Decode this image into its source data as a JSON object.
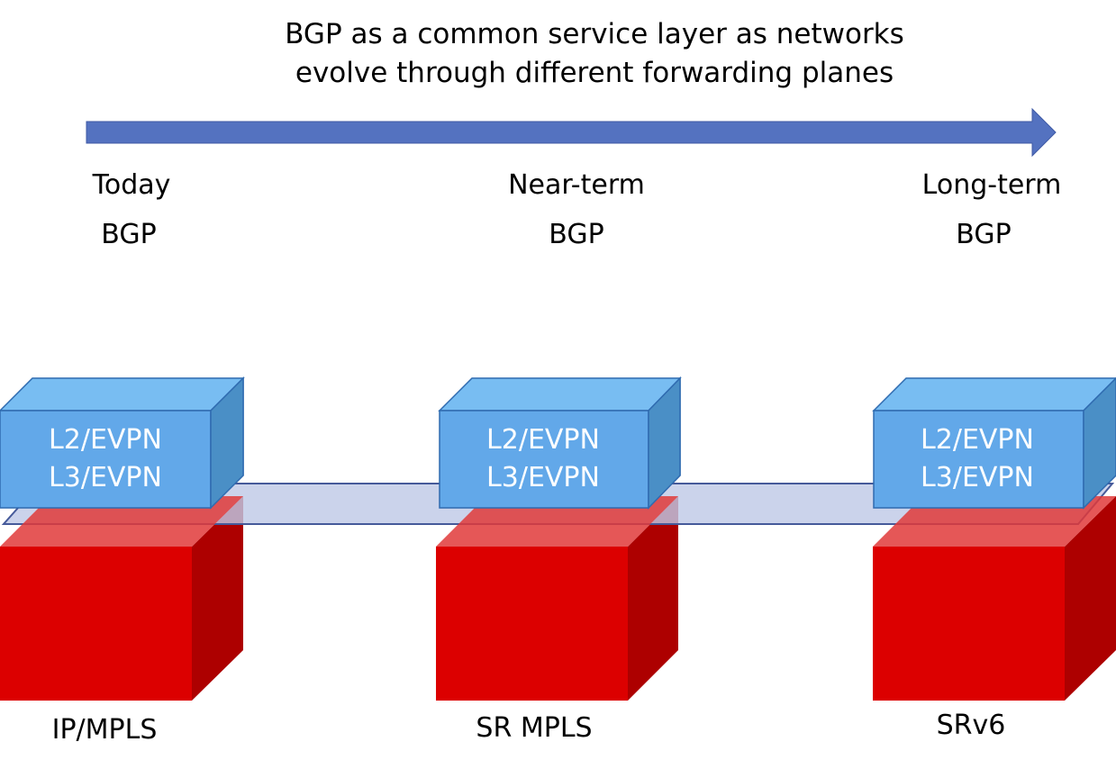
{
  "title": {
    "line1": "BGP as a common service layer as networks",
    "line2": "evolve through different forwarding planes"
  },
  "colors": {
    "arrow": "#5472c0",
    "arrow_stroke": "#3f5aa5",
    "service_front": "#62a8e9",
    "service_top": "#78bdf2",
    "service_side": "#4a8fc6",
    "service_stroke": "#2f6bb0",
    "plane_fill": "#bfc9e6",
    "plane_stroke": "#465a9a",
    "forwarding_front": "#dc0000",
    "forwarding_top": "#e03a3a",
    "forwarding_side": "#ad0000"
  },
  "stages": [
    {
      "stage": "Today",
      "protocol": "BGP",
      "service_lines": [
        "L2/EVPN",
        "L3/EVPN"
      ],
      "forwarding_plane": "IP/MPLS"
    },
    {
      "stage": "Near-term",
      "protocol": "BGP",
      "service_lines": [
        "L2/EVPN",
        "L3/EVPN"
      ],
      "forwarding_plane": "SR MPLS"
    },
    {
      "stage": "Long-term",
      "protocol": "BGP",
      "service_lines": [
        "L2/EVPN",
        "L3/EVPN"
      ],
      "forwarding_plane": "SRv6"
    }
  ]
}
